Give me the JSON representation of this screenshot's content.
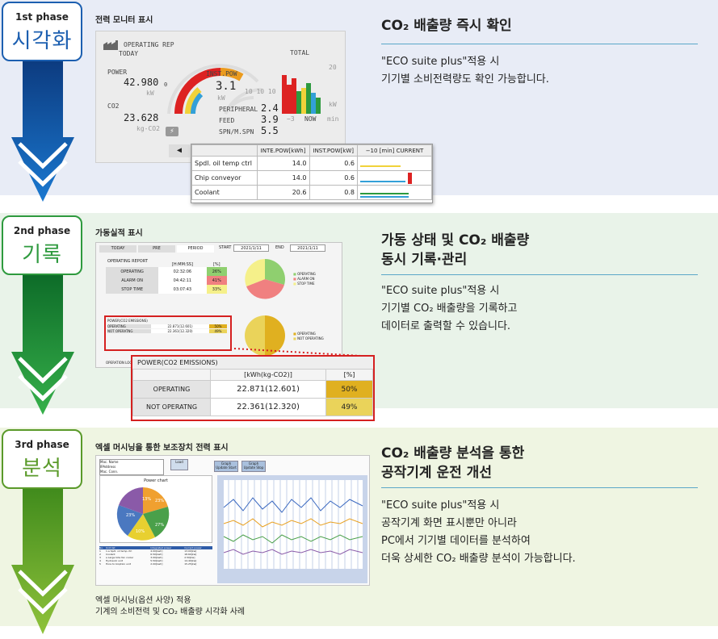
{
  "colors": {
    "band1": "#e8ecf6",
    "band2": "#e9f3e9",
    "band3": "#eff5e2",
    "phase1": "#1c5fb0",
    "phase2": "#2e9a3e",
    "phase3": "#5a9a2a",
    "highlight": "#d52020"
  },
  "phases": [
    {
      "label": "1st phase",
      "title": "시각화"
    },
    {
      "label": "2nd phase",
      "title": "기록"
    },
    {
      "label": "3rd phase",
      "title": "분석"
    }
  ],
  "section1": {
    "screen_title": "전력 모니터 표시",
    "heading": "CO₂ 배출량 즉시 확인",
    "desc": [
      "\"ECO suite plus\"적용 시",
      "기기별 소비전력량도 확인 가능합니다."
    ],
    "monitor": {
      "header": "OPERATING REP",
      "sub": "TODAY",
      "power_label": "POWER",
      "power_value": "42.980",
      "power_unit": "kW",
      "co2_label": "CO2",
      "co2_value": "23.628",
      "co2_unit": "kg-CO2",
      "inst_label": "INST.POW",
      "inst_value": "3.1",
      "inst_unit": "kW",
      "scale": "10 10 10",
      "zero": "0",
      "peripheral_label": "PERIPHERAL",
      "peripheral_value": "2.4",
      "feed_label": "FEED",
      "feed_value": "3.9",
      "spn_label": "SPN/M.SPN",
      "spn_value": "5.5",
      "total_label": "TOTAL",
      "total_max": "20",
      "total_kw": "kW",
      "total_min": "−3",
      "now_label": "NOW",
      "min_label": "min"
    },
    "table": {
      "headers": [
        "",
        "INTE.POW[kWh]",
        "INST.POW[kW]",
        "−10",
        "[min]",
        "CURRENT"
      ],
      "rows": [
        {
          "name": "Spdl. oil temp ctrl",
          "inte": "14.0",
          "inst": "0.6"
        },
        {
          "name": "Chip conveyor",
          "inte": "14.0",
          "inst": "0.6"
        },
        {
          "name": "Coolant",
          "inte": "20.6",
          "inst": "0.8"
        }
      ]
    }
  },
  "section2": {
    "screen_title": "가동실적 표시",
    "heading": [
      "가동 상태 및 CO₂ 배출량",
      "동시 기록·관리"
    ],
    "desc": [
      "\"ECO suite plus\"적용 시",
      "기기별 CO₂ 배출량을 기록하고",
      "데이터로 출력할 수 있습니다."
    ],
    "tabs": [
      "TODAY",
      "PRE",
      "PERIOD"
    ],
    "start_label": "START",
    "start_date": "2021/1/11",
    "end_label": "END",
    "end_date": "2021/1/11",
    "report_title": "OPERATING REPORT",
    "report_cols": [
      "[H:MM:SS]",
      "[%]"
    ],
    "report_rows": [
      {
        "name": "OPERATING",
        "time": "02:32:06",
        "pct": "26%"
      },
      {
        "name": "ALARM ON",
        "time": "04:42:11",
        "pct": "41%"
      },
      {
        "name": "STOP TIME",
        "time": "03:07:43",
        "pct": "33%"
      }
    ],
    "legend1": [
      "OPERATING",
      "ALARM ON",
      "STOP TIME"
    ],
    "emis_title": "POWER(CO2 EMISSIONS)",
    "emis_cols": [
      "[kWh(kg-CO2)]",
      "[%]"
    ],
    "emis_rows": [
      {
        "name": "OPERATING",
        "value": "22.871(12.601)",
        "pct": "50%"
      },
      {
        "name": "NOT OPERATNG",
        "value": "22.361(12.320)",
        "pct": "49%"
      }
    ],
    "legend2": [
      "OPERATING",
      "NOT OPERATING"
    ],
    "bottom_label": "OPERATION LOG"
  },
  "section3": {
    "screen_title": "엑셀 머시닝을 통한 보조장치 전력 표시",
    "heading": [
      "CO₂ 배출량 분석을 통한",
      "공작기계 운전 개선"
    ],
    "desc": [
      "\"ECO suite plus\"적용 시",
      "공작기계 화면 표시뿐만 아니라",
      "PC에서 기기별 데이터를 분석하여",
      "더욱 상세한 CO₂ 배출량 분석이 가능합니다."
    ],
    "caption": [
      "엑셀 머시닝(옵션 사양) 적용",
      "기계의 소비전력 및 CO₂ 배출량 시각화 사례"
    ],
    "chart_title": "Power chart",
    "pie_labels": [
      "13%",
      "23%",
      "23%",
      "27%",
      "10%"
    ],
    "buttons": [
      "Load",
      "Graph Update Start",
      "Graph Update Stop"
    ],
    "fields": [
      "Mac. Name",
      "IPAddress",
      "Mac. Conn."
    ],
    "sub_table_cols": [
      "No.",
      "Unit list",
      "Integrated power",
      "Current power"
    ],
    "sub_table_rows": [
      [
        "1",
        "1.a Spdl. oil temp ctrl",
        "4.00[kwh]",
        "13.00[kw]"
      ],
      [
        "2",
        "Coolant",
        "6.50[kwh]",
        "18.60[kw]"
      ],
      [
        "3",
        "a Large tote fan cooler",
        "3.00[kwh]",
        "2.50[kw]"
      ],
      [
        "4",
        "Hydraulic unit",
        "5.50[kwh]",
        "14.40[kw]"
      ],
      [
        "5",
        "Hore to bioption unit",
        "2.00[kwh]",
        "15.25[kw]"
      ]
    ]
  }
}
